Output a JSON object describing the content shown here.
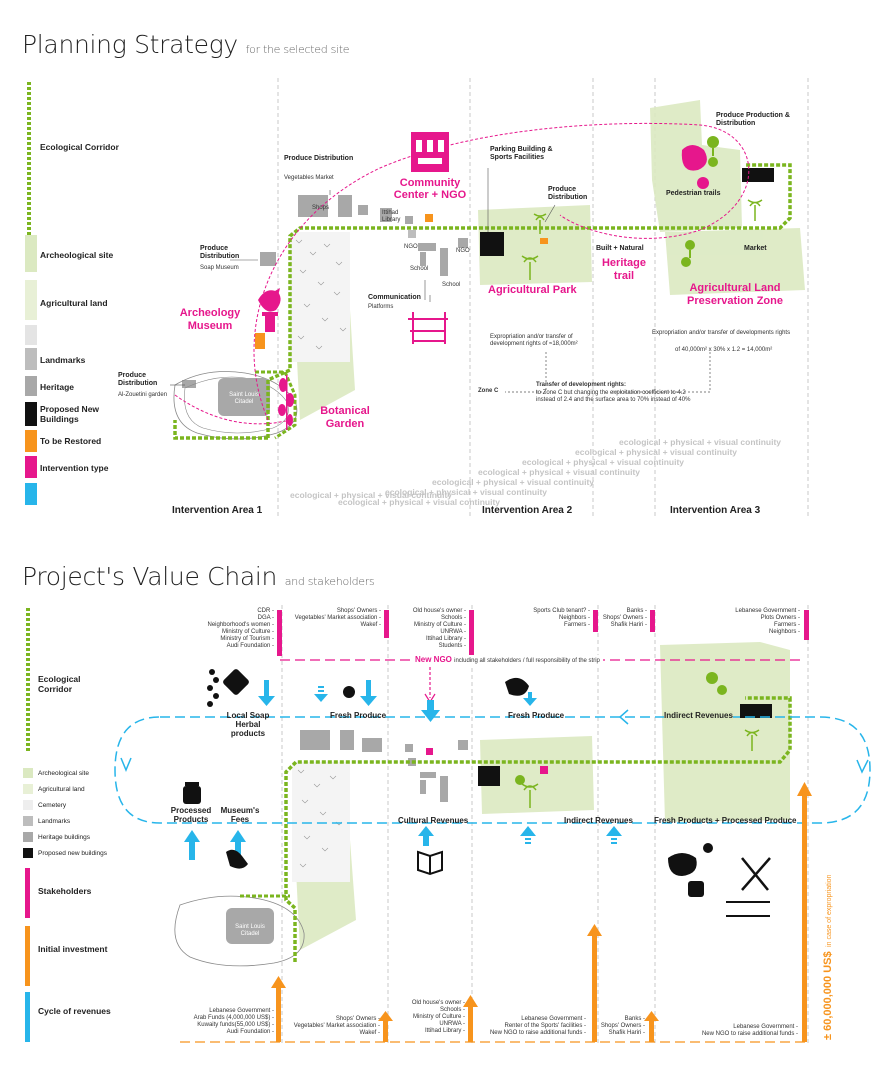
{
  "strategy": {
    "title": "Planning Strategy",
    "subtitle": "for the selected site",
    "legend": {
      "corridor": "Ecological Corridor",
      "arch_site": "Archeological site",
      "agri_land": "Agricultural land",
      "landmarks": "Landmarks",
      "heritage": "Heritage",
      "proposed": "Proposed New Buildings",
      "restored": "To be Restored",
      "intervention": "Intervention type"
    },
    "labels": {
      "produce_dist_1": "Produce Distribution",
      "produce_dist_1_sub": "Vegetables Market",
      "shops": "Shops",
      "ittihad": "Ittihad Library",
      "community": "Community Center + NGO",
      "parking": "Parking Building & Sports Facilities",
      "produce_dist_2": "Produce Distribution",
      "produce_dist_3": "Produce Distribution",
      "produce_dist_3_sub": "Soap Museum",
      "ngo_a": "NGO",
      "ngo_b": "NGO",
      "school_a": "School",
      "school_b": "School",
      "communication": "Communication",
      "communication_sub": "Platforms",
      "arch_museum": "Archeology Museum",
      "produce_dist_4": "Produce Distribution",
      "produce_dist_4_sub": "Al-Zouetini garden",
      "citadel": "Saint Louis Citadel",
      "botanical": "Botanical Garden",
      "agri_park": "Agricultural Park",
      "built_natural": "Built + Natural",
      "heritage_trail": "Heritage trail",
      "produce_prod": "Produce Production & Distribution",
      "pedestrian": "Pedestrian trails",
      "market": "Market",
      "agri_zone": "Agricultural Land Preservation Zone",
      "expro_1": "Expropriation and/or transfer of development rights of ≈18,000m²",
      "expro_2a": "Expropriation and/or transfer of developments rights",
      "expro_2b": "of 40,000m² x 30% x 1.2 = 14,000m²",
      "zone_c": "Zone C",
      "transfer_title": "Transfer of development rights:",
      "transfer_body": "to Zone C but changing the exploitation coefficient to 4.2 instead of 2.4 and the surface area to 70% instead of 40%"
    },
    "continuity": "ecological + physical + visual continuity",
    "areas": [
      "Intervention Area 1",
      "Intervention Area 2",
      "Intervention Area 3"
    ]
  },
  "value_chain": {
    "title": "Project's Value Chain",
    "subtitle": "and stakeholders",
    "legend": {
      "corridor": "Ecological Corridor",
      "arch_site": "Archeological site",
      "agri_land": "Agricultural land",
      "cemetery": "Cemetery",
      "landmarks": "Landmarks",
      "heritage": "Heritage buildings",
      "proposed": "Proposed new buildings",
      "stakeholders": "Stakeholders",
      "investment": "Initial investment",
      "revenues": "Cycle of revenues"
    },
    "top_stakeholders": [
      [
        "CDR -",
        "DGA -",
        "Neighborhood's women -",
        "Ministry of Culture -",
        "Ministry of Tourism -",
        "Audi Foundation -"
      ],
      [
        "Shops' Owners -",
        "Vegetables' Market association -",
        "Wakef -"
      ],
      [
        "Old house's owner -",
        "Schools -",
        "Ministry of Culture -",
        "UNRWA -",
        "Ittihad Library -",
        "Students -"
      ],
      [
        "Sports Club tenant? -",
        "Neighbors -",
        "Farmers -"
      ],
      [
        "Banks -",
        "Shops' Owners -",
        "Shafik Hariri -"
      ],
      [
        "Lebanese Government -",
        "Plots Owners -",
        "Farmers -",
        "Neighbors -"
      ]
    ],
    "ngo_label": "New NGO",
    "ngo_sub": "including  all stakeholders / full responsibility of the strip",
    "flow_top": [
      "Local Soap Herbal products",
      "Fresh Produce",
      "Fresh Produce",
      "Indirect Revenues"
    ],
    "flow_bottom": [
      "Processed Products",
      "Museum's Fees",
      "Cultural Revenues",
      "Indirect Revenues",
      "Fresh Products + Processed Produce"
    ],
    "citadel": "Saint Louis Citadel",
    "bottom_investors": [
      [
        "Lebanese Government -",
        "Arab Funds (4,000,000 US$) -",
        "Kuwaity funds(55,000 US$) -",
        "Audi Foundation -"
      ],
      [
        "Shops' Owners -",
        "Vegetables' Market association -",
        "Wakef -"
      ],
      [
        "Old house's owner -",
        "Schools -",
        "Ministry of Culture -",
        "UNRWA -",
        "Ittihad Library -"
      ],
      [
        "Lebanese Government -",
        "Renter of the Sports' facilities -",
        "New NGO to raise additional funds -"
      ],
      [
        "Banks -",
        "Shops' Owners -",
        "Shafik Hariri -"
      ],
      [
        "Lebanese Government -",
        "New NGO to raise additional funds -"
      ]
    ],
    "expropriation_amount": "± 60,000,000 US$",
    "expropriation_note": "in case of expropriation"
  },
  "colors": {
    "magenta": "#e6178c",
    "green": "#7bb51f",
    "cyan": "#27b5ea",
    "orange": "#f7941d",
    "agri": "#dbe9c1",
    "gray": "#a8a8a8",
    "black": "#111111"
  },
  "icons": [
    "bird-icon",
    "column-icon",
    "hand-plant-icon",
    "fruit-icon",
    "book-icon",
    "jar-icon",
    "cutlery-icon",
    "tree-icon",
    "palm-icon",
    "soap-icon"
  ]
}
